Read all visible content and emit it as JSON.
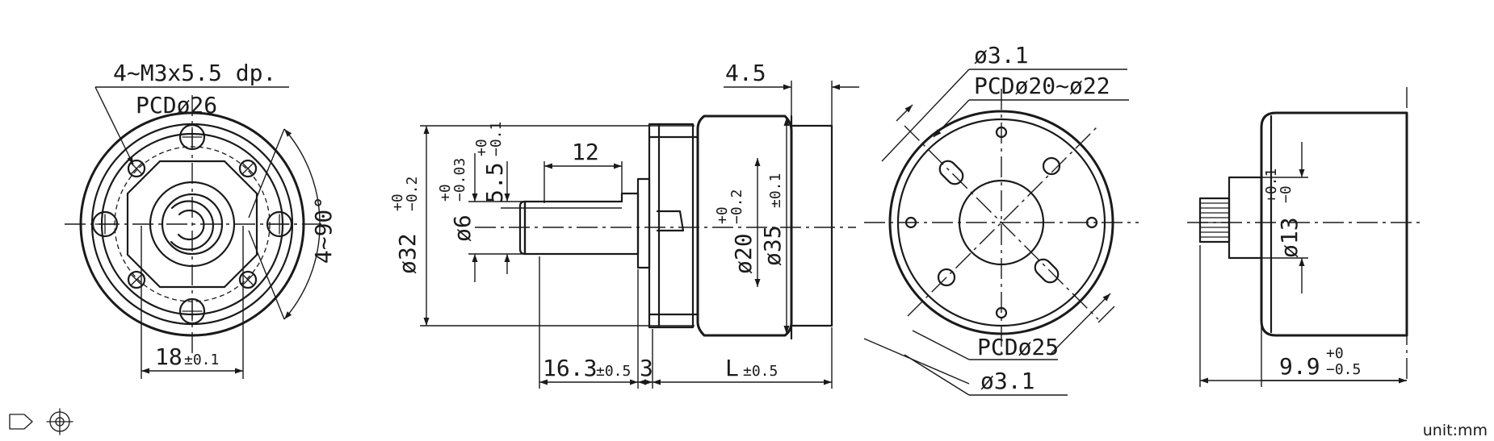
{
  "unit_label": "unit:mm",
  "front_view": {
    "hole_callout": "4~M3x5.5 dp.",
    "pcd": "PCDø26",
    "width_dim": "18",
    "width_tol": "±0.1",
    "angle_dim": "4~90°"
  },
  "side_view": {
    "body_dia": "ø32",
    "body_tol_upper": "+0",
    "body_tol_lower": "−0.2",
    "shaft_dia": "ø6",
    "shaft_tol_upper": "+0",
    "shaft_tol_lower": "−0.03",
    "flat_dim": "5.5",
    "flat_tol_upper": "+0",
    "flat_tol_lower": "−0.1",
    "flat_len": "12",
    "pilot_dia": "ø20",
    "pilot_tol_upper": "+0",
    "pilot_tol_lower": "−0.2",
    "motor_dia": "ø35",
    "motor_tol": "±0.1",
    "top_dim": "4.5",
    "shaft_len": "16.3",
    "shaft_len_tol": "±0.5",
    "spacer_len": "3",
    "body_len": "L",
    "body_len_tol": "±0.5"
  },
  "rear_view": {
    "hole_top": "ø3.1",
    "pcd_top": "PCDø20~ø22",
    "pcd_bottom": "PCDø25",
    "hole_bottom": "ø3.1"
  },
  "end_view": {
    "boss_dia": "ø13",
    "boss_tol_upper": "+0.1",
    "boss_tol_lower": "−0",
    "len_dim": "9.9",
    "len_tol_upper": "+0",
    "len_tol_lower": "−0.5"
  }
}
